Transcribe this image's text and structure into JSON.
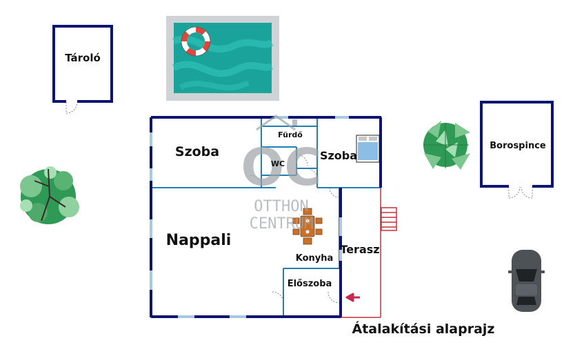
{
  "rooms": {
    "storage": "Tároló",
    "wine_cellar": "Borospince",
    "room_left": "Szoba",
    "bathroom": "Fürdő",
    "wc": "WC",
    "room_right": "Szoba",
    "living_room": "Nappali",
    "kitchen": "Konyha",
    "terrace": "Terasz",
    "hall": "Előszoba"
  },
  "watermark": {
    "monogram": "OC",
    "line1": "OTTHON",
    "line2": "CENTRUM"
  },
  "caption": "Átalakítási alaprajz",
  "colors": {
    "wall": "#0b1470",
    "interior": "#1f7fb6",
    "window": "#a9c9e0",
    "terrace": "#c4313b",
    "pool": "#1aa39a",
    "pool_rim": "#cfd3d6",
    "arrow": "#c82a4e",
    "furniture": "#c9712a",
    "watermark": "#9da3a7",
    "tree": "#2f9a55",
    "car": "#4d5257"
  }
}
